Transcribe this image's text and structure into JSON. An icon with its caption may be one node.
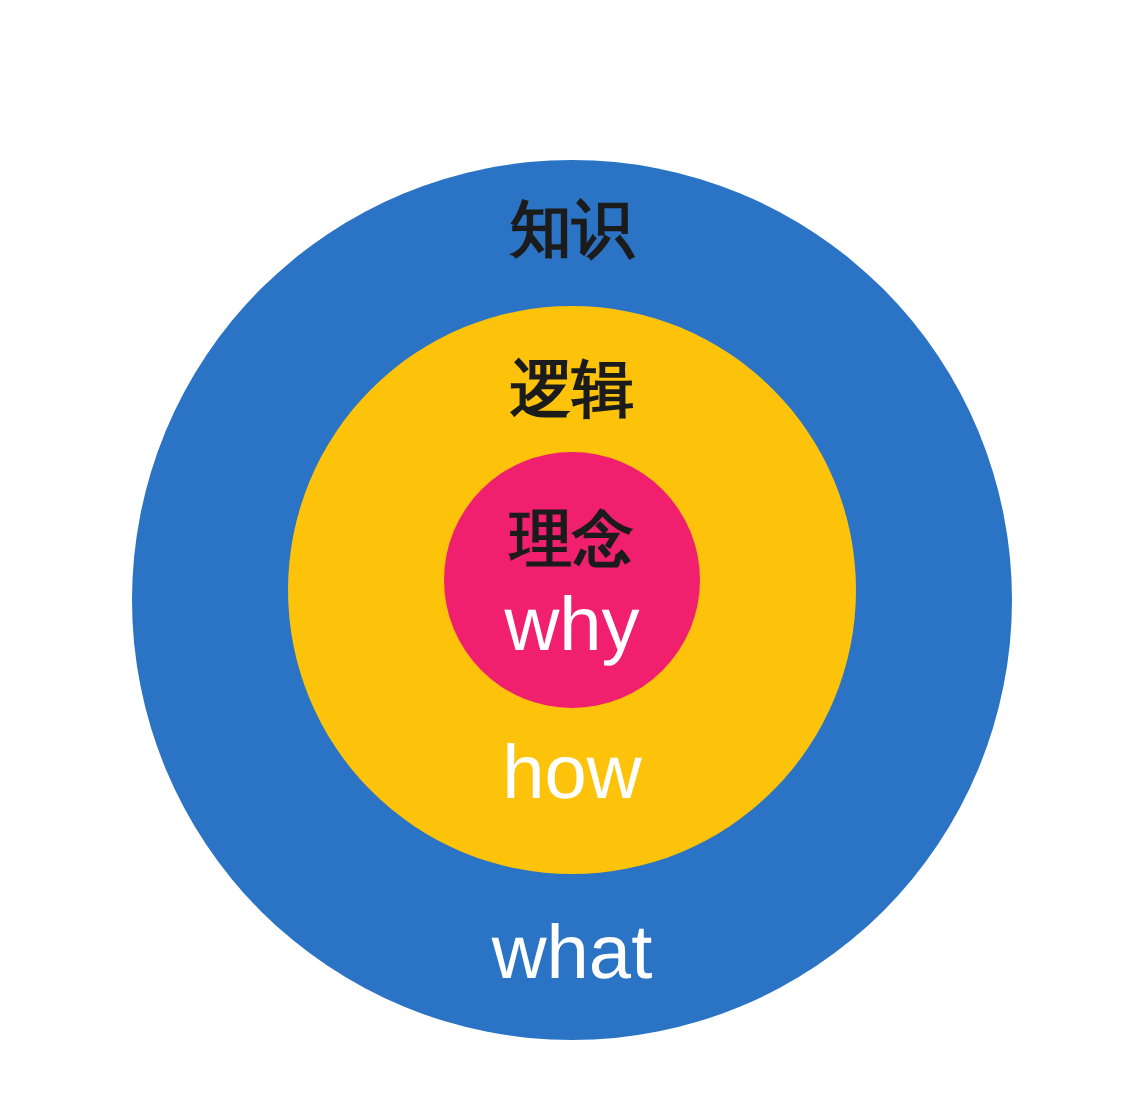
{
  "diagram": {
    "nodes": [
      {
        "text": [
          "知识",
          "what"
        ]
      },
      {
        "text": [
          "逻辑",
          "how"
        ],
        "in": 0
      },
      {
        "text": [
          "理念",
          "why"
        ],
        "in": 1
      }
    ]
  }
}
